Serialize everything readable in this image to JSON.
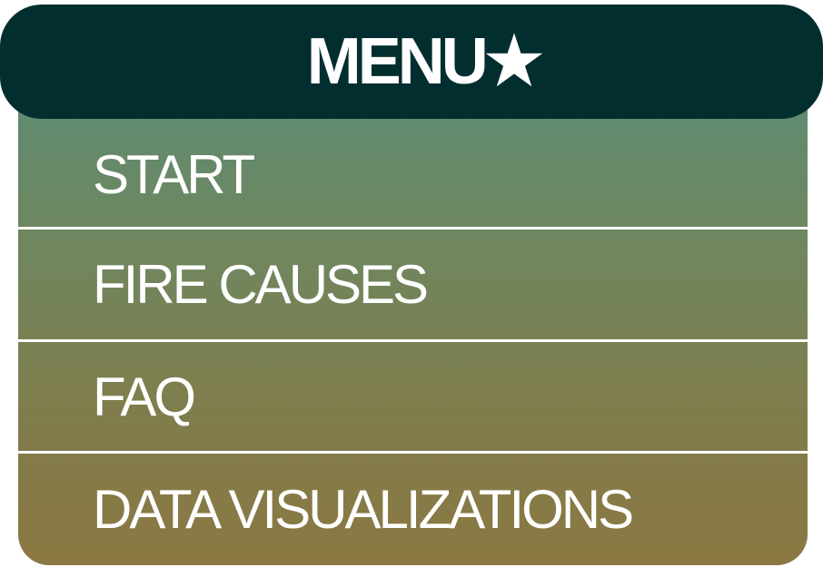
{
  "menu": {
    "title": "MENU★",
    "items": [
      {
        "label": "START"
      },
      {
        "label": "FIRE CAUSES"
      },
      {
        "label": "FAQ"
      },
      {
        "label": "DATA VISUALIZATIONS"
      }
    ]
  },
  "colors": {
    "header_bg": "#032e30",
    "gradient_top": "#5a8c76",
    "gradient_bottom": "#8b7842",
    "text": "#ffffff",
    "divider": "#ffffff"
  }
}
